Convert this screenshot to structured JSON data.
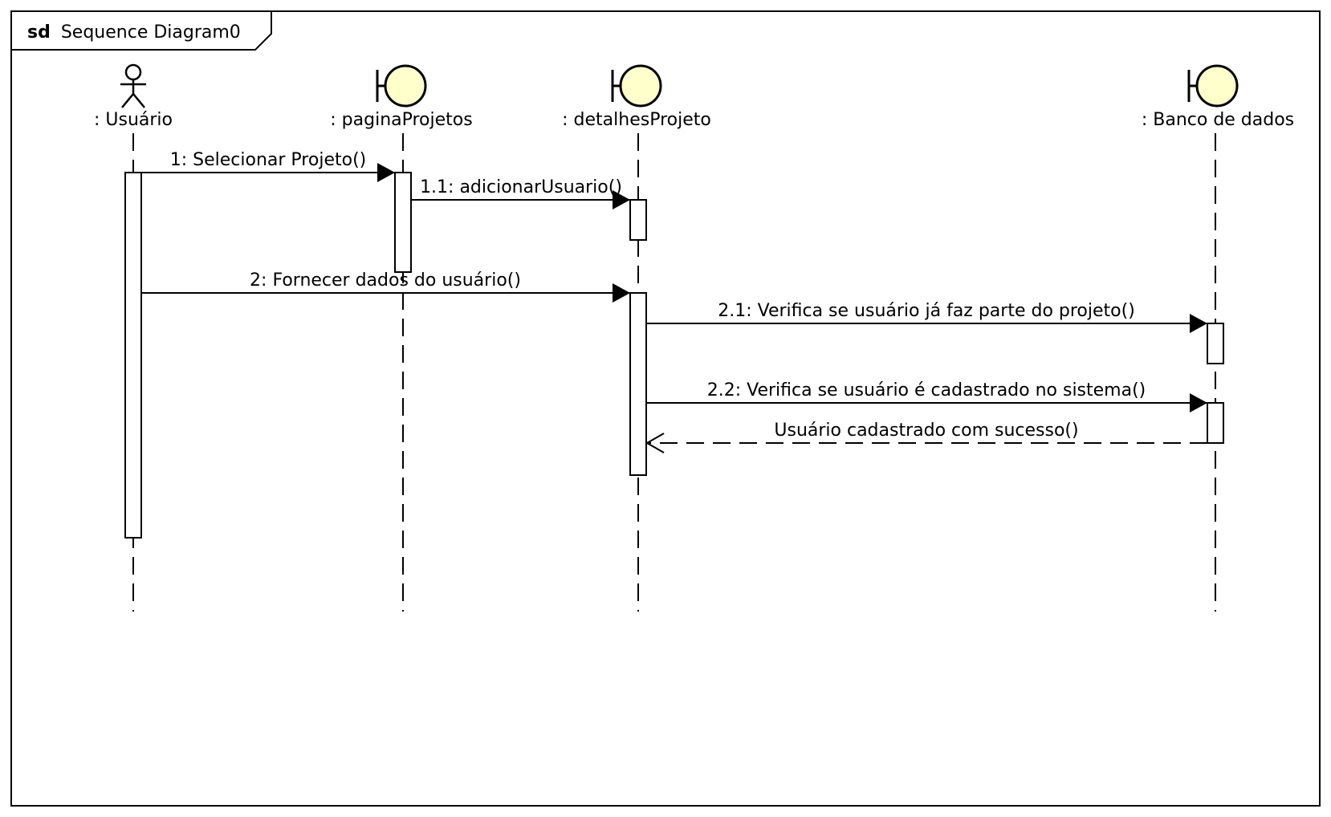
{
  "frame": {
    "keyword": "sd",
    "name": "Sequence Diagram0"
  },
  "lifelines": [
    {
      "id": "usuario",
      "name": ": Usuário",
      "kind": "actor"
    },
    {
      "id": "paginaProjetos",
      "name": ": paginaProjetos",
      "kind": "boundary"
    },
    {
      "id": "detalhesProjeto",
      "name": ": detalhesProjeto",
      "kind": "boundary"
    },
    {
      "id": "bancoDados",
      "name": ": Banco de dados",
      "kind": "boundary"
    }
  ],
  "messages": [
    {
      "label": "1: Selecionar Projeto()",
      "from": "usuario",
      "to": "paginaProjetos",
      "kind": "sync"
    },
    {
      "label": "1.1: adicionarUsuario()",
      "from": "paginaProjetos",
      "to": "detalhesProjeto",
      "kind": "sync"
    },
    {
      "label": "2: Fornecer dados do usuário()",
      "from": "usuario",
      "to": "detalhesProjeto",
      "kind": "sync"
    },
    {
      "label": "2.1: Verifica se usuário já faz parte do projeto()",
      "from": "detalhesProjeto",
      "to": "bancoDados",
      "kind": "sync"
    },
    {
      "label": "2.2: Verifica se usuário é cadastrado no sistema()",
      "from": "detalhesProjeto",
      "to": "bancoDados",
      "kind": "sync"
    },
    {
      "label": "Usuário cadastrado com sucesso()",
      "from": "bancoDados",
      "to": "detalhesProjeto",
      "kind": "reply"
    }
  ],
  "colors": {
    "boundary_fill": "#FFFFCC",
    "line": "#000000",
    "activation_fill": "#FFFFFF"
  }
}
